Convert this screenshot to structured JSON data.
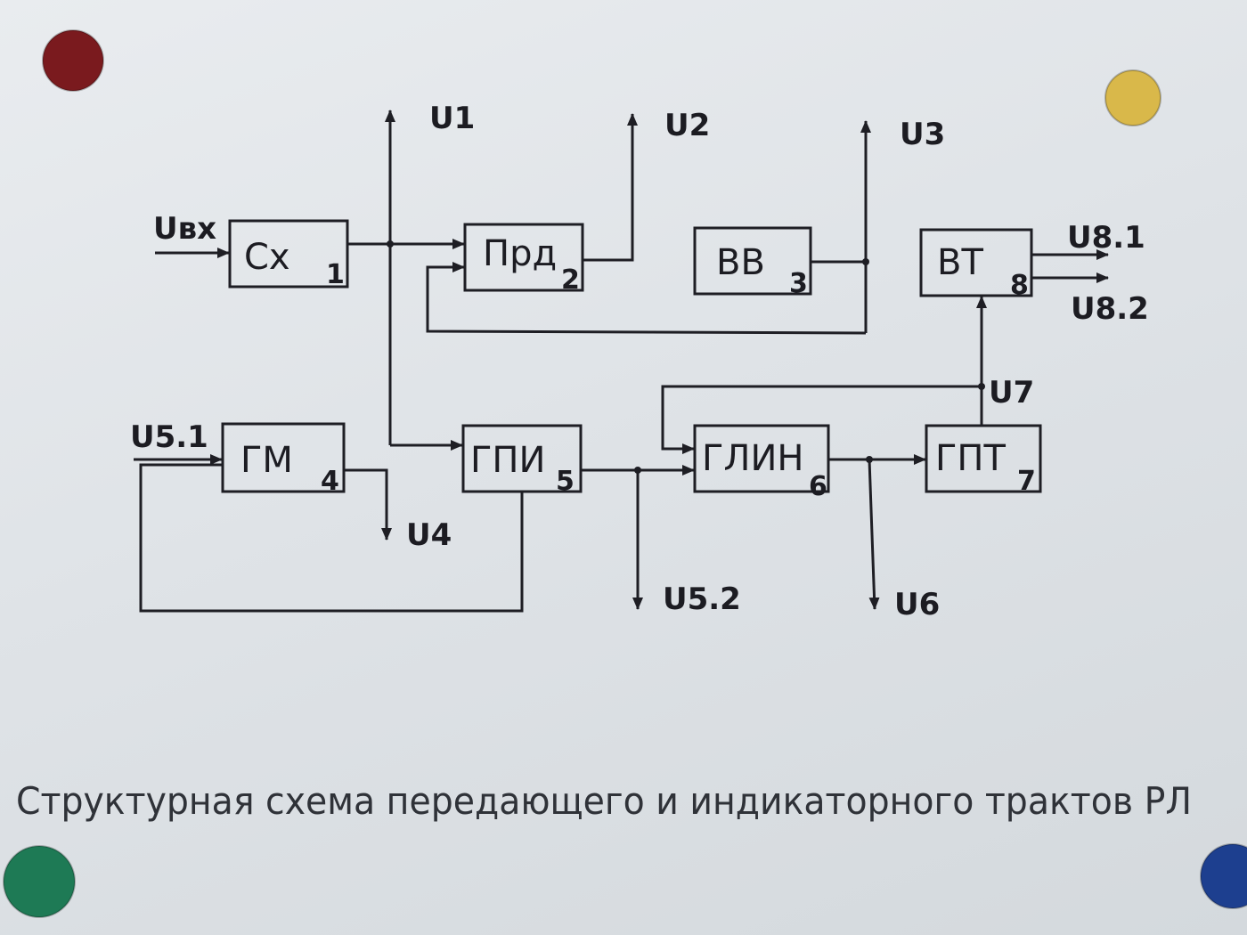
{
  "blocks": [
    {
      "id": "b1",
      "name": "Сх",
      "num": "1"
    },
    {
      "id": "b2",
      "name": "Прд",
      "num": "2"
    },
    {
      "id": "b3",
      "name": "ВВ",
      "num": "3"
    },
    {
      "id": "b4",
      "name": "ГМ",
      "num": "4"
    },
    {
      "id": "b5",
      "name": "ГПИ",
      "num": "5"
    },
    {
      "id": "b6",
      "name": "ГЛИН",
      "num": "6"
    },
    {
      "id": "b7",
      "name": "ГПТ",
      "num": "7"
    },
    {
      "id": "b8",
      "name": "ВТ",
      "num": "8"
    }
  ],
  "signals": {
    "uin": "Uвх",
    "u1": "U1",
    "u2": "U2",
    "u3": "U3",
    "u4": "U4",
    "u51": "U5.1",
    "u52": "U5.2",
    "u6": "U6",
    "u7": "U7",
    "u81": "U8.1",
    "u82": "U8.2"
  },
  "caption": "Структурная схема передающего и индикаторного трактов РЛ",
  "colors": {
    "ink": "#1e1e24",
    "magnet_red": "#7a1a1e",
    "magnet_yellow": "#d9b84a",
    "magnet_green": "#1e7a55",
    "magnet_blue": "#1d3f8f"
  }
}
